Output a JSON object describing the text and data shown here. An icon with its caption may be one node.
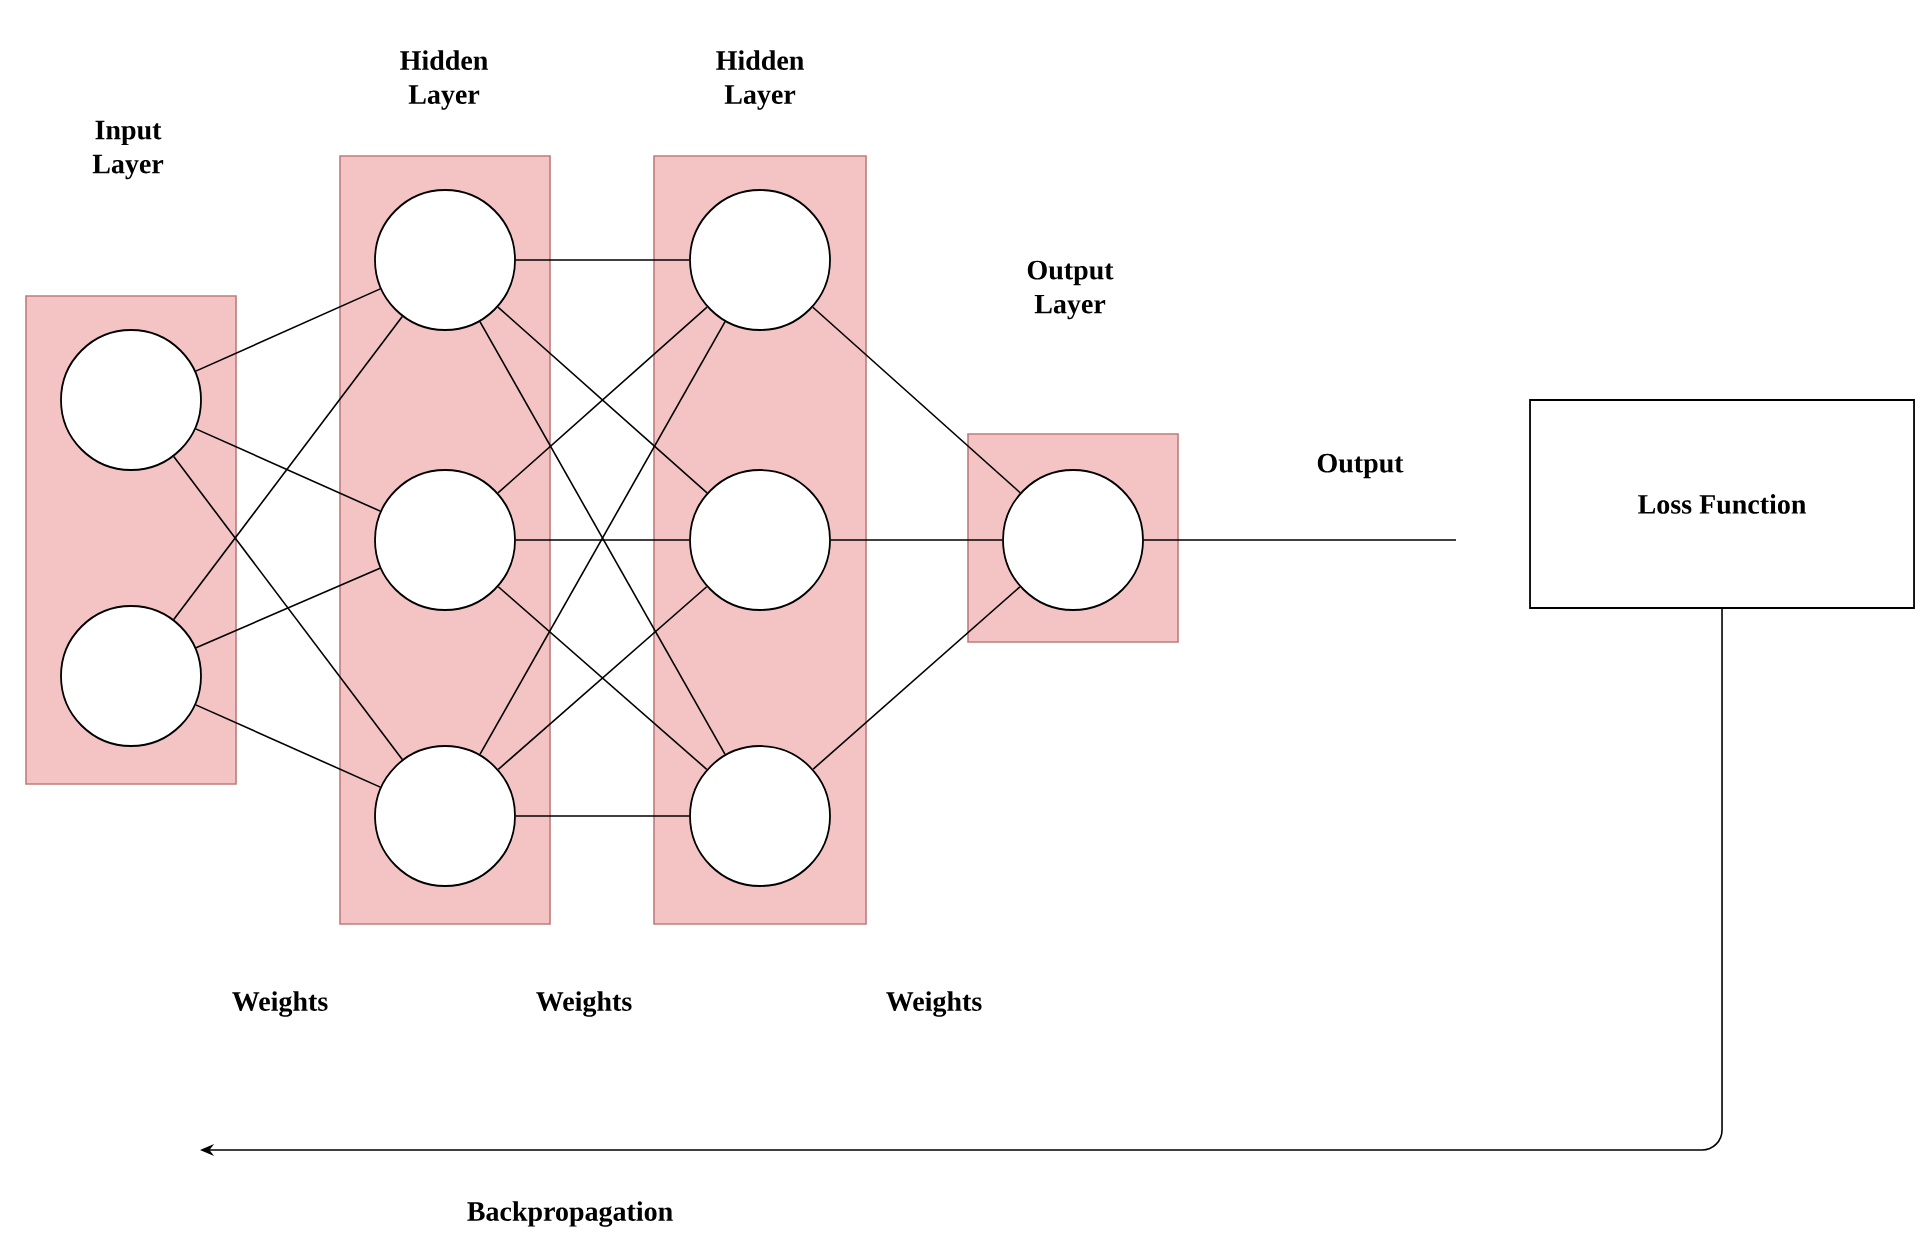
{
  "diagram": {
    "nodes": [
      {
        "text": [
          "Input Layer"
        ]
      },
      {
        "text": [],
        "shape": "circle",
        "in": 0
      },
      {
        "text": [],
        "shape": "circle",
        "in": 0
      },
      {
        "text": [
          "Hidden Layer"
        ]
      },
      {
        "text": [],
        "shape": "circle",
        "in": 3
      },
      {
        "text": [],
        "shape": "circle",
        "in": 3
      },
      {
        "text": [],
        "shape": "circle",
        "in": 3
      },
      {
        "text": [
          "Hidden Layer"
        ]
      },
      {
        "text": [],
        "shape": "circle",
        "in": 7
      },
      {
        "text": [],
        "shape": "circle",
        "in": 7
      },
      {
        "text": [],
        "shape": "circle",
        "in": 7
      },
      {
        "text": [
          "Output Layer"
        ]
      },
      {
        "text": [],
        "shape": "circle",
        "in": 11
      },
      {
        "text": [
          "Loss Function"
        ]
      }
    ],
    "edges": [
      {
        "from": 1,
        "to": 4,
        "arrow": "none"
      },
      {
        "from": 1,
        "to": 5,
        "arrow": "none"
      },
      {
        "from": 1,
        "to": 6,
        "arrow": "none"
      },
      {
        "from": 2,
        "to": 4,
        "arrow": "none"
      },
      {
        "from": 2,
        "to": 5,
        "arrow": "none"
      },
      {
        "from": 2,
        "to": 6,
        "arrow": "none"
      },
      {
        "from": 4,
        "to": 8,
        "arrow": "none"
      },
      {
        "from": 4,
        "to": 9,
        "arrow": "none"
      },
      {
        "from": 4,
        "to": 10,
        "arrow": "none"
      },
      {
        "from": 5,
        "to": 8,
        "arrow": "none"
      },
      {
        "from": 5,
        "to": 9,
        "arrow": "none"
      },
      {
        "from": 5,
        "to": 10,
        "arrow": "none"
      },
      {
        "from": 6,
        "to": 8,
        "arrow": "none"
      },
      {
        "from": 6,
        "to": 9,
        "arrow": "none"
      },
      {
        "from": 6,
        "to": 10,
        "arrow": "none"
      },
      {
        "from": 8,
        "to": 12,
        "arrow": "none"
      },
      {
        "from": 9,
        "to": 12,
        "arrow": "none"
      },
      {
        "from": 10,
        "to": 12,
        "arrow": "none"
      },
      {
        "from": 12,
        "to": null,
        "arrow": "none",
        "label": "Output"
      },
      {
        "from": 13,
        "to": null,
        "arrow": "to",
        "label": "Backpropagation"
      }
    ],
    "labels": [
      "Weights",
      "Weights",
      "Weights"
    ]
  }
}
